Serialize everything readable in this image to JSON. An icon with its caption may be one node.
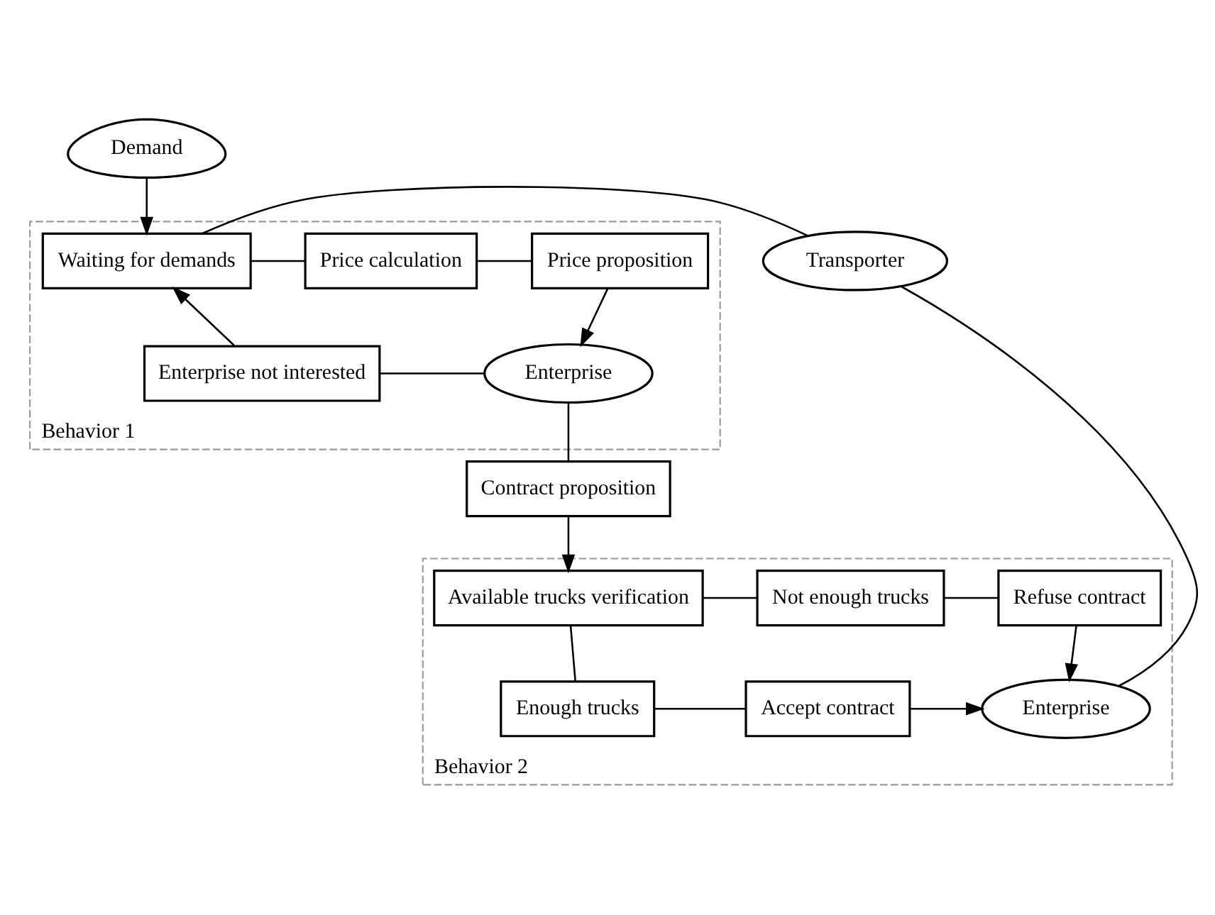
{
  "diagram": {
    "nodes": [
      {
        "text": [
          "Demand"
        ]
      },
      {
        "text": [
          "Transporter"
        ]
      },
      {
        "text": [
          "Behavior 1"
        ]
      },
      {
        "text": [
          "Waiting for demands"
        ],
        "in": 2
      },
      {
        "text": [
          "Price calculation"
        ],
        "in": 2
      },
      {
        "text": [
          "Price proposition"
        ],
        "in": 2
      },
      {
        "text": [
          "Enterprise not interested"
        ],
        "in": 2
      },
      {
        "text": [
          "Enterprise"
        ],
        "in": 2
      },
      {
        "text": [
          "Contract proposition"
        ]
      },
      {
        "text": [
          "Behavior 2"
        ]
      },
      {
        "text": [
          "Refuse contract"
        ],
        "in": 9
      },
      {
        "text": [
          "Not enough trucks"
        ],
        "in": 9
      },
      {
        "text": [
          "Available trucks verification"
        ],
        "in": 9
      },
      {
        "text": [
          "Enterprise"
        ],
        "in": 9
      },
      {
        "text": [
          "Accept contract"
        ],
        "in": 9
      },
      {
        "text": [
          "Enough trucks"
        ],
        "in": 9
      }
    ],
    "edges": [
      {
        "from": 0,
        "to": 3,
        "arrow": "to"
      },
      {
        "from": 1,
        "to": 3,
        "arrow": "none"
      },
      {
        "from": 3,
        "to": 4,
        "arrow": "none"
      },
      {
        "from": 4,
        "to": 5,
        "arrow": "none"
      },
      {
        "from": 5,
        "to": 7,
        "arrow": "to"
      },
      {
        "from": 7,
        "to": 6,
        "arrow": "none"
      },
      {
        "from": 6,
        "to": 3,
        "arrow": "to"
      },
      {
        "from": 7,
        "to": 8,
        "arrow": "none"
      },
      {
        "from": 8,
        "to": 12,
        "arrow": "to"
      },
      {
        "from": 12,
        "to": 11,
        "arrow": "none"
      },
      {
        "from": 11,
        "to": 10,
        "arrow": "none"
      },
      {
        "from": 10,
        "to": 13,
        "arrow": "to"
      },
      {
        "from": 12,
        "to": 15,
        "arrow": "none"
      },
      {
        "from": 15,
        "to": 14,
        "arrow": "none"
      },
      {
        "from": 14,
        "to": 13,
        "arrow": "to"
      },
      {
        "from": 1,
        "to": 13,
        "arrow": "none"
      }
    ]
  }
}
